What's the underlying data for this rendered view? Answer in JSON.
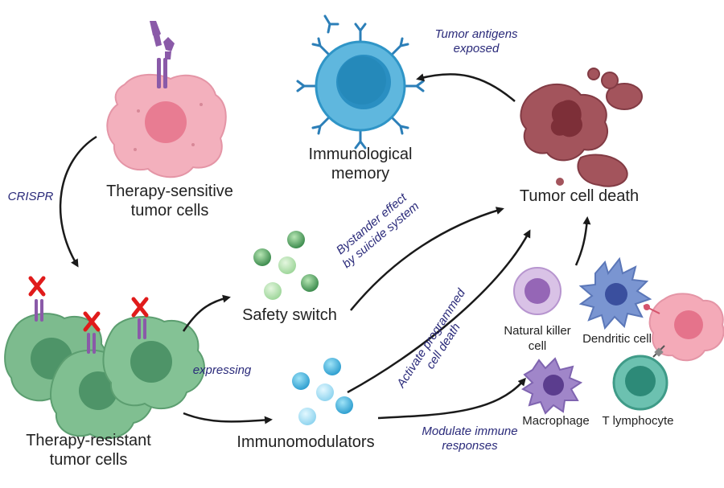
{
  "colors": {
    "sensitive_cell": "#f2a7b6",
    "resistant_cell": "#6fae86",
    "memory_cell": "#5fb3d9",
    "dead_cell": "#9c4a52",
    "receptor": "#8a5aa8",
    "antibody": "#2c7fb8",
    "arrow": "#1a1a1a",
    "edge_label": "#2a2a7a"
  },
  "nodes": {
    "sensitive": "Therapy-sensitive\ntumor cells",
    "resistant": "Therapy-resistant\ntumor cells",
    "memory": "Immunological\nmemory",
    "death": "Tumor cell death",
    "safety": "Safety switch",
    "immuno": "Immunomodulators",
    "nk": "Natural killer\ncell",
    "dendritic": "Dendritic cell",
    "macrophage": "Macrophage",
    "tcell": "T lymphocyte"
  },
  "edges": {
    "crispr": "CRISPR",
    "expressing": "expressing",
    "antigens": "Tumor antigens\nexposed",
    "bystander": "Bystander effect\nby suicide system",
    "programmed": "Activate programmed\ncell death",
    "modulate": "Modulate immune\nresponses"
  }
}
